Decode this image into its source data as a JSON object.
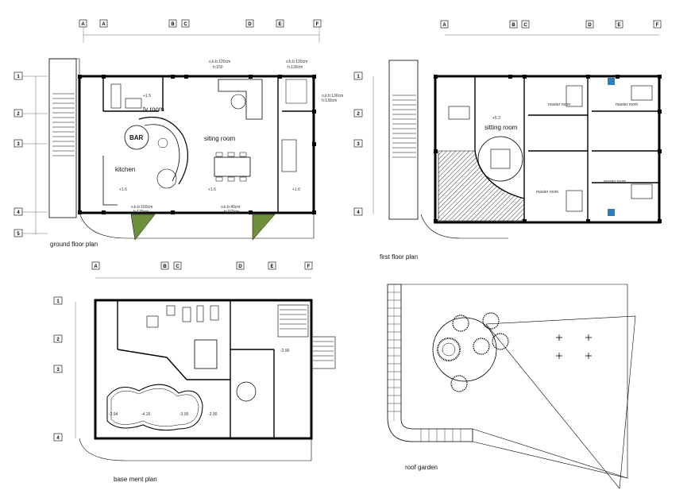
{
  "drawing": {
    "plans": {
      "ground": {
        "caption": "ground floor plan",
        "rooms": {
          "tv": "tv room",
          "sitting": "siting room",
          "bar": "BAR",
          "kitchen": "kitchen"
        },
        "levels": [
          "+1.5",
          "+1.6",
          "+1.6",
          "+1.6"
        ],
        "notes": [
          "o.k.b:120cm",
          "h:150",
          "o.k.b:130cm",
          "h:130cm",
          "o.k.b:130cm",
          "h:130cm",
          "o.k.b:160cm",
          "h:130cm",
          "o.k.b:40cm",
          "h:270cm"
        ]
      },
      "first": {
        "caption": "first floor plan",
        "rooms": {
          "sitting": "sitting room",
          "master1": "master room",
          "master2": "master room",
          "master3": "master room",
          "master4": "master room"
        },
        "levels": [
          "+5.3"
        ]
      },
      "basement": {
        "caption": "base ment plan",
        "levels": [
          "-2.94",
          "-4.26",
          "-3.90",
          "-2.90",
          "-2.90"
        ]
      },
      "roof": {
        "caption": "roof garden"
      }
    },
    "axes": {
      "ground_top": [
        "A",
        "B",
        "C",
        "D",
        "E",
        "F"
      ],
      "ground_side": [
        "1",
        "2",
        "3",
        "4",
        "5"
      ],
      "first_top": [
        "A",
        "B",
        "C",
        "D",
        "E",
        "F"
      ],
      "first_side": [
        "1",
        "2",
        "3",
        "4"
      ],
      "base_top": [
        "A",
        "B",
        "C",
        "D",
        "E",
        "F"
      ],
      "base_side": [
        "1",
        "2",
        "3",
        "4"
      ]
    }
  }
}
